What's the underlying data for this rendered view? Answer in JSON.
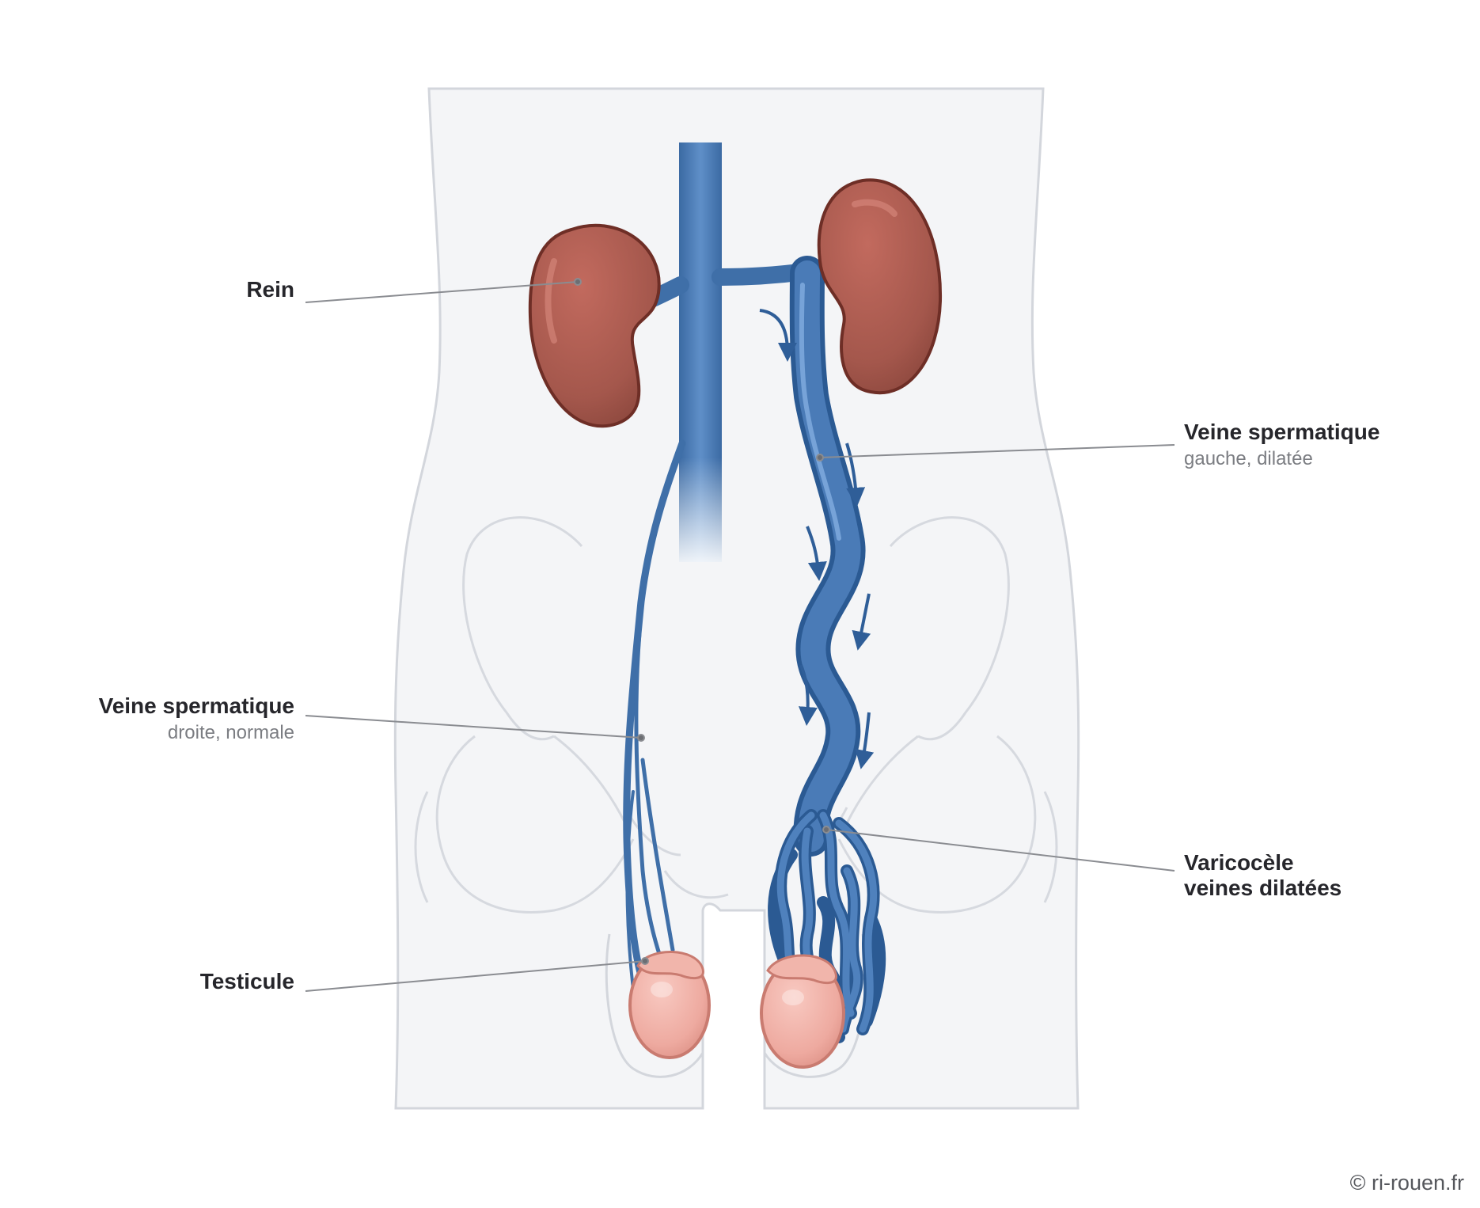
{
  "labels": {
    "rein": "Rein",
    "veine_droite": {
      "title": "Veine spermatique",
      "subtitle": "droite, normale"
    },
    "testicule": "Testicule",
    "veine_gauche": {
      "title": "Veine spermatique",
      "subtitle": "gauche, dilatée"
    },
    "varicocele": {
      "title": "Varicocèle",
      "subtitle": "veines dilatées"
    }
  },
  "copyright": "© ri-rouen.fr",
  "colors": {
    "body_fill": "#f4f5f7",
    "body_outline": "#c9ccd3",
    "vein": "#3f6fa8",
    "vein_dark": "#234f85",
    "vein_light": "#6e9fd3",
    "kidney": "#a85a4f",
    "kidney_dark": "#6e2e26",
    "testis": "#f0b0a6",
    "testis_dark": "#c97b70",
    "leader_line": "#8a8c91",
    "arrow": "#2f5e98"
  }
}
